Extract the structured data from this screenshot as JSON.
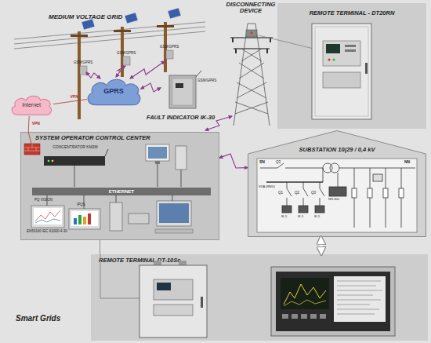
{
  "diagram": {
    "nodes": [
      {
        "text": [
          "GPRS"
        ]
      },
      {
        "text": [
          "Internet"
        ]
      },
      {
        "text": [
          "SYSTEM OPERATOR CONTROL CENTER"
        ]
      },
      {
        "text": [
          "CONCENTRATOR KM2M"
        ],
        "in": 2
      },
      {
        "text": [
          "ETHERNET"
        ],
        "in": 2
      },
      {
        "text": [
          "FAULT INDICATOR IK-30"
        ]
      },
      {
        "text": [
          "REMOTE TERMINAL - DT20RN"
        ]
      },
      {
        "text": [
          "SUBSTATION 10(29 / 0,4 kV"
        ]
      },
      {
        "text": [
          "REMOTE TERMINAL DT-10Sc"
        ]
      }
    ],
    "edges": [
      {
        "from": 1,
        "to": 0,
        "arrow": "none",
        "label": "VPN"
      },
      {
        "from": 1,
        "to": 2,
        "arrow": "none",
        "label": "VPN"
      },
      {
        "from": 0,
        "to": 5,
        "arrow": "both"
      },
      {
        "from": 2,
        "to": 7,
        "arrow": "both"
      },
      {
        "from": 7,
        "to": 8,
        "arrow": "both"
      },
      {
        "from": 2,
        "to": 8,
        "arrow": "none"
      }
    ],
    "labels": [
      "MEDIUM VOLTAGE GRID",
      "DISCONNECTING DEVICE",
      "GSM/GPRS",
      "GSM/GPRS",
      "GSM/GPRS",
      "GSM/GPRS",
      "PQ VISION",
      "IPQS",
      "EN50160 IEC 61000-4-30",
      "SN",
      "Q3",
      "NN",
      "VDA (RMU)",
      "Q1",
      "Q2",
      "Q3",
      "NR-300",
      "IK-5",
      "IK-5",
      "IK-5",
      "Smart Grids"
    ]
  }
}
